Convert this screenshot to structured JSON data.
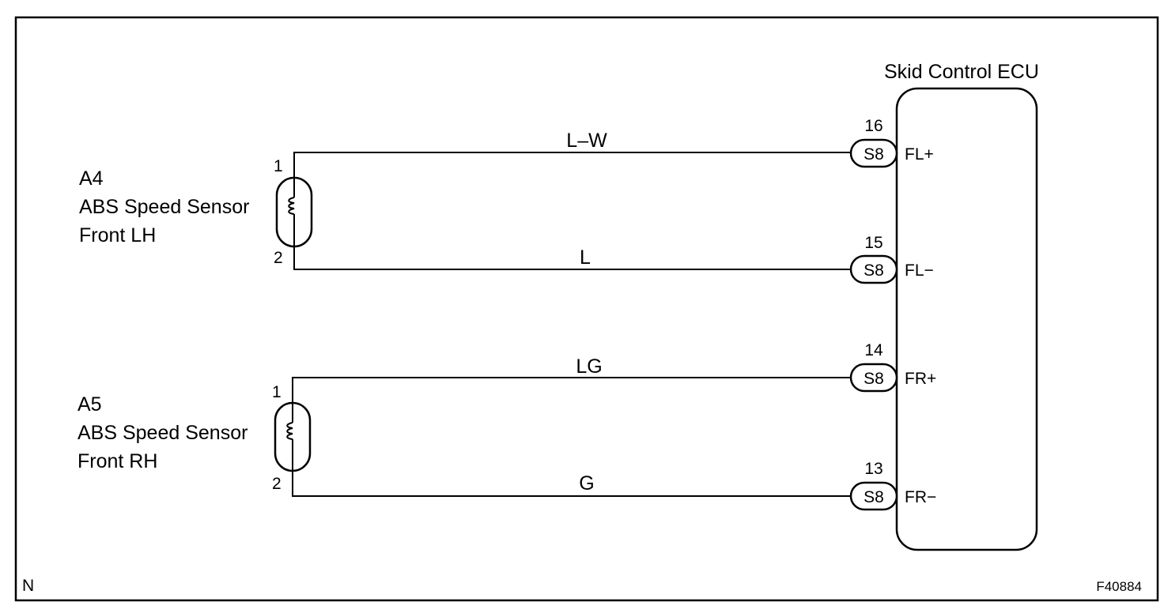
{
  "ecu": {
    "title": "Skid Control ECU",
    "terminals": [
      {
        "pin": "16",
        "connector": "S8",
        "signal": "FL+"
      },
      {
        "pin": "15",
        "connector": "S8",
        "signal": "FL−"
      },
      {
        "pin": "14",
        "connector": "S8",
        "signal": "FR+"
      },
      {
        "pin": "13",
        "connector": "S8",
        "signal": "FR−"
      }
    ]
  },
  "sensors": [
    {
      "code": "A4",
      "name": "ABS Speed Sensor",
      "position": "Front LH",
      "pin_top": "1",
      "pin_bottom": "2"
    },
    {
      "code": "A5",
      "name": "ABS Speed Sensor",
      "position": "Front RH",
      "pin_top": "1",
      "pin_bottom": "2"
    }
  ],
  "wires": [
    {
      "color": "L–W"
    },
    {
      "color": "L"
    },
    {
      "color": "LG"
    },
    {
      "color": "G"
    }
  ],
  "corner_left": "N",
  "figure_code": "F40884"
}
